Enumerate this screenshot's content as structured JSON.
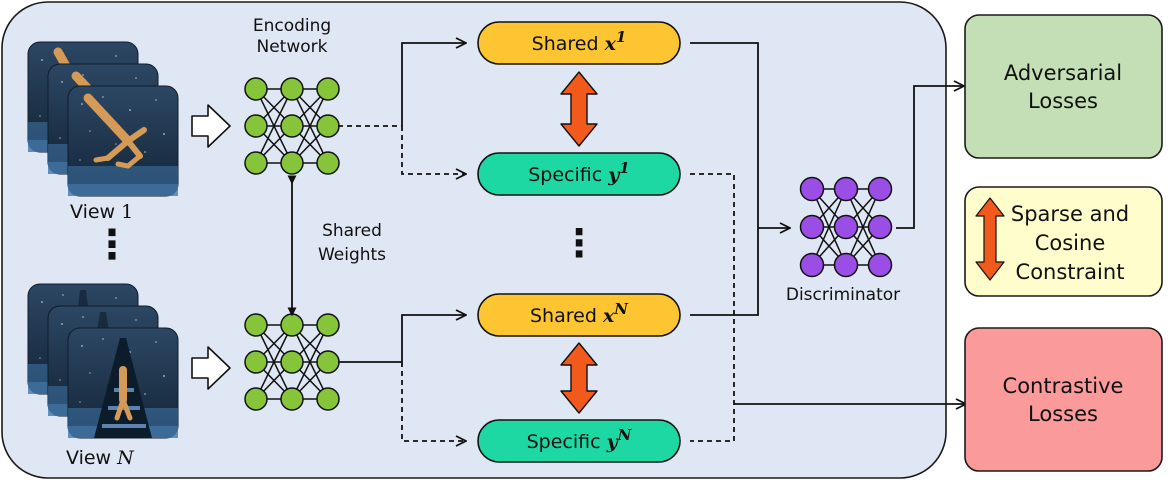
{
  "encoder": {
    "title_line1": "Encoding",
    "title_line2": "Network"
  },
  "views": {
    "top_prefix": "View ",
    "top_index": "1",
    "bottom_prefix": "View ",
    "bottom_index": "N",
    "ellipsis": "⋮"
  },
  "shared_weights": {
    "line1": "Shared",
    "line2": "Weights"
  },
  "features": {
    "shared_top": {
      "prefix": "Shared ",
      "var": "x",
      "sup": "1"
    },
    "specific_top": {
      "prefix": "Specific ",
      "var": "y",
      "sup": "1"
    },
    "shared_bottom": {
      "prefix": "Shared ",
      "var": "x",
      "sup": "N"
    },
    "specific_bottom": {
      "prefix": "Specific ",
      "var": "y",
      "sup": "N"
    },
    "ellipsis": "⋮"
  },
  "discriminator": {
    "label": "Discriminator"
  },
  "losses": {
    "adversarial": {
      "line1": "Adversarial",
      "line2": "Losses"
    },
    "constraint": {
      "line1": "Sparse and",
      "line2": "Cosine",
      "line3": "Constraint"
    },
    "contrastive": {
      "line1": "Contrastive",
      "line2": "Losses"
    }
  },
  "colors": {
    "panel_bg": "#dfe7f4",
    "shared_fill": "#fcc531",
    "specific_fill": "#1ed8a3",
    "encoder_node": "#86c53a",
    "discriminator_node": "#9a4ee6",
    "double_arrow": "#f25a1c",
    "adversarial_box": "#c4dfb6",
    "constraint_box": "#fefdcb",
    "contrastive_box": "#fb9a9a"
  },
  "icons": {
    "view_thumbnail": "walker-robot-frame-icon",
    "input_arrow": "hollow-right-arrow-icon",
    "double_arrow": "orange-double-arrow-icon"
  }
}
